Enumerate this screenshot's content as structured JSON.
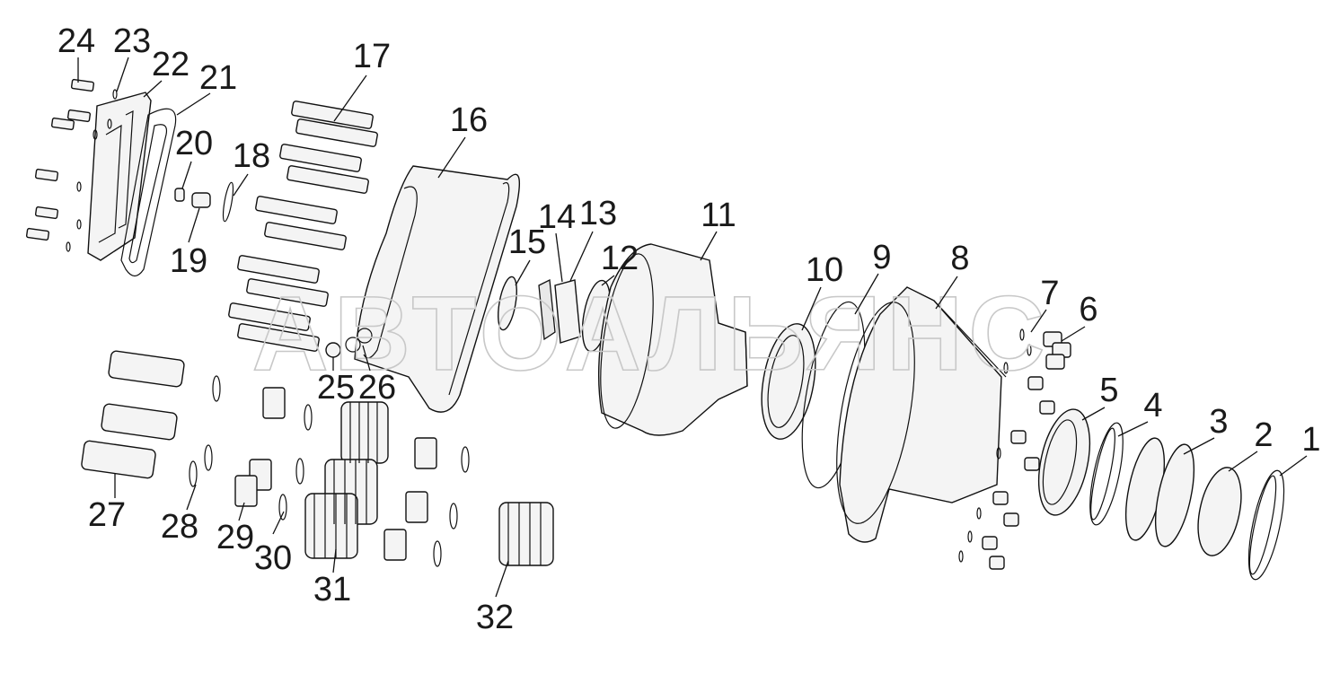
{
  "watermark": "АВТОАЛЬЯНС",
  "part_labels": [
    "24",
    "23",
    "22",
    "21",
    "20",
    "19",
    "18",
    "17",
    "16",
    "15",
    "14",
    "13",
    "12",
    "11",
    "10",
    "9",
    "8",
    "7",
    "6",
    "5",
    "4",
    "3",
    "2",
    "1",
    "25",
    "26",
    "27",
    "28",
    "29",
    "30",
    "31",
    "32"
  ]
}
